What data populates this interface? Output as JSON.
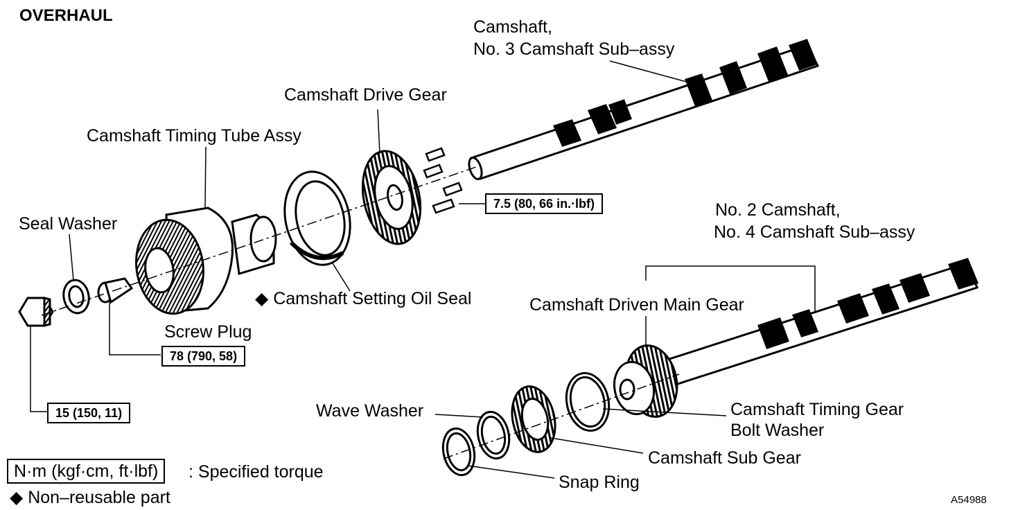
{
  "title": "OVERHAUL",
  "labels": {
    "camshaft_1": "Camshaft,",
    "camshaft_2": "No. 3 Camshaft Sub–assy",
    "drive_gear": "Camshaft Drive Gear",
    "timing_tube": "Camshaft Timing Tube Assy",
    "seal_washer": "Seal Washer",
    "oil_seal": "Camshaft Setting Oil Seal",
    "screw_plug": "Screw Plug",
    "no2_camshaft_1": "No. 2 Camshaft,",
    "no2_camshaft_2": "No. 4 Camshaft Sub–assy",
    "driven_main_gear": "Camshaft Driven Main Gear",
    "wave_washer": "Wave Washer",
    "bolt_washer_1": "Camshaft  Timing  Gear",
    "bolt_washer_2": "Bolt Washer",
    "sub_gear": "Camshaft Sub Gear",
    "snap_ring": "Snap Ring"
  },
  "torques": {
    "bolts": "7.5 (80, 66 in.·lbf)",
    "screw_plug": "78 (790, 58)",
    "nut": "15 (150, 11)"
  },
  "legend": {
    "torque_box": "N·m (kgf·cm, ft·lbf)",
    "torque_text": ": Specified torque",
    "non_reusable": "Non–reusable part"
  },
  "symbols": {
    "diamond": "◆"
  },
  "figure_id": "A54988"
}
